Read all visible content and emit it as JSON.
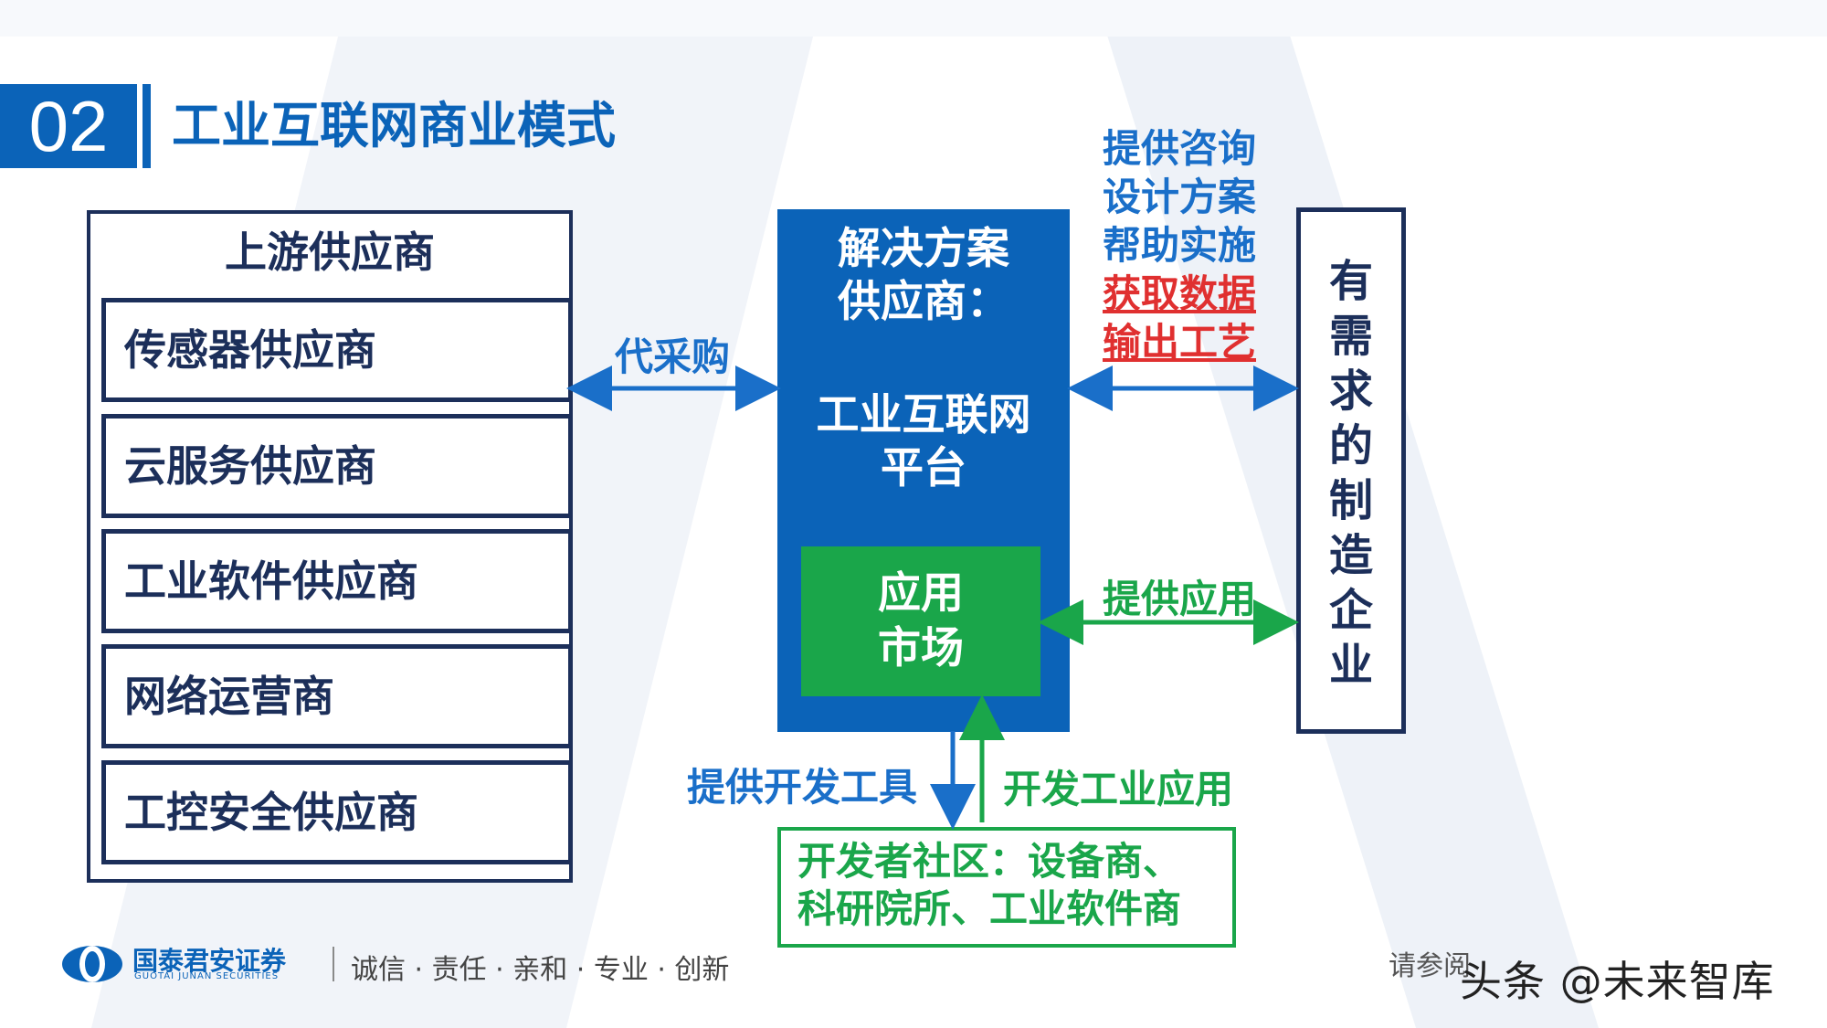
{
  "header": {
    "section_number": "02",
    "title": "工业互联网商业模式"
  },
  "upstream": {
    "title": "上游供应商",
    "items": [
      "传感器供应商",
      "云服务供应商",
      "工业软件供应商",
      "网络运营商",
      "工控安全供应商"
    ]
  },
  "solution": {
    "line1": "解决方案",
    "line2": "供应商：",
    "platform_line1": "工业互联网",
    "platform_line2": "平台",
    "market_line1": "应用",
    "market_line2": "市场"
  },
  "labels": {
    "procure": "代采购",
    "service_1": "提供咨询",
    "service_2": "设计方案",
    "service_3": "帮助实施",
    "service_4": "获取数据",
    "service_5": "输出工艺",
    "provide_apps": "提供应用",
    "provide_tools": "提供开发工具",
    "develop_apps": "开发工业应用"
  },
  "manufacturer": {
    "chars": [
      "有",
      "需",
      "求",
      "的",
      "制",
      "造",
      "企",
      "业"
    ]
  },
  "developer": {
    "line1": "开发者社区：设备商、",
    "line2": "科研院所、工业软件商"
  },
  "footer": {
    "brand": "国泰君安证券",
    "brand_en": "GUOTAI JUNAN SECURITIES",
    "motto": "诚信 · 责任 · 亲和 · 专业 · 创新",
    "note": "请参阅",
    "watermark": "头条 @未来智库"
  },
  "colors": {
    "primary_blue": "#0b63b8",
    "green": "#1aa64a",
    "navy": "#1c2f5a",
    "red": "#e03030"
  }
}
